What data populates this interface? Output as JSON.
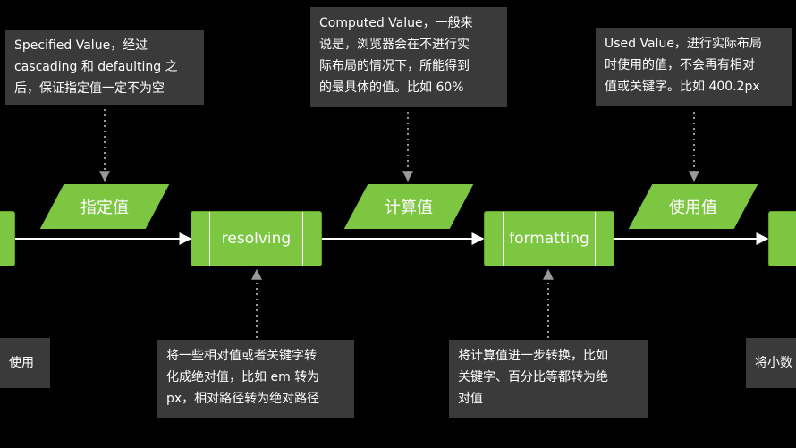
{
  "notes": {
    "specified": "Specified Value，经过\ncascading 和 defaulting 之\n后，保证指定值一定不为空",
    "computed": "Computed Value，一般来\n说是，浏览器会在不进行实\n际布局的情况下，所能得到\n的最具体的值。比如 60%",
    "used": "Used Value，进行实际布局\n时使用的值，不会再有相对\n值或关键字。比如 400.2px",
    "left_partial": "使用",
    "resolving_desc": "将一些相对值或者关键字转\n化成绝对值，比如 em 转为\npx，相对路径转为绝对路径",
    "formatting_desc": "将计算值进一步转换，比如\n关键字、百分比等都转为绝\n对值",
    "right_partial": "将小数"
  },
  "values": {
    "specified": "指定值",
    "computed": "计算值",
    "used": "使用值"
  },
  "steps": {
    "resolving": "resolving",
    "formatting": "formatting"
  },
  "colors": {
    "green": "#7cc641",
    "note_bg": "#3a3a3a",
    "background": "#000000"
  }
}
